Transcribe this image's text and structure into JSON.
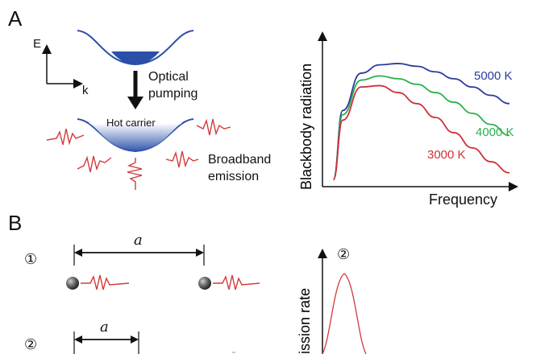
{
  "panelA": {
    "letter": "A",
    "axis_E": "E",
    "axis_k": "k",
    "pumping_line1": "Optical",
    "pumping_line2": "pumping",
    "hot_carrier": "Hot carrier",
    "emission_line1": "Broadband",
    "emission_line2": "emission"
  },
  "panelB": {
    "letter": "B",
    "marker1": "①",
    "marker2": "②",
    "spacing_label_1": "a",
    "spacing_label_2": "a",
    "peak_marker": "②",
    "ylabel_partial": "ission rate"
  },
  "colors": {
    "band": "#2a4fa8",
    "wave": "#d23a3a",
    "curve5000": "#2c3a9c",
    "curve4000": "#28b04a",
    "curve3000": "#d02f3a"
  },
  "chart_data": {
    "type": "line",
    "xlabel": "Frequency",
    "ylabel": "Blackbody radiation",
    "series": [
      {
        "name": "5000 K",
        "x": [
          0.05,
          0.1,
          0.2,
          0.3,
          0.4,
          0.5,
          0.6,
          0.7,
          0.8,
          0.9,
          1.0
        ],
        "values": [
          0.05,
          0.55,
          0.82,
          0.88,
          0.89,
          0.87,
          0.83,
          0.78,
          0.72,
          0.66,
          0.6
        ]
      },
      {
        "name": "4000 K",
        "x": [
          0.05,
          0.1,
          0.2,
          0.3,
          0.4,
          0.5,
          0.6,
          0.7,
          0.8,
          0.9,
          1.0
        ],
        "values": [
          0.05,
          0.52,
          0.77,
          0.8,
          0.78,
          0.74,
          0.68,
          0.61,
          0.53,
          0.45,
          0.37
        ]
      },
      {
        "name": "3000 K",
        "x": [
          0.05,
          0.1,
          0.2,
          0.3,
          0.4,
          0.5,
          0.6,
          0.7,
          0.8,
          0.9,
          1.0
        ],
        "values": [
          0.05,
          0.48,
          0.72,
          0.73,
          0.68,
          0.6,
          0.5,
          0.39,
          0.28,
          0.18,
          0.1
        ]
      }
    ]
  }
}
